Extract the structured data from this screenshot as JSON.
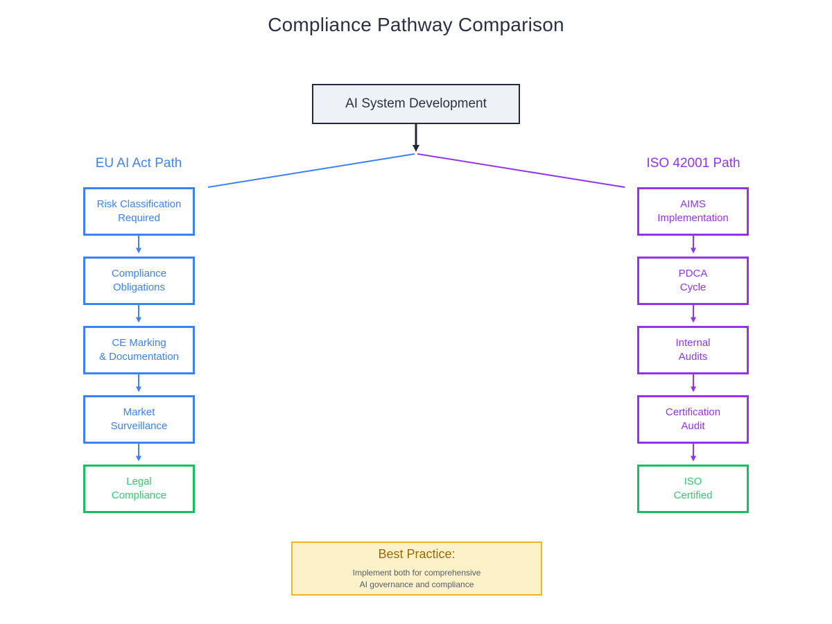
{
  "title": "Compliance Pathway Comparison",
  "root": {
    "label": "AI System Development"
  },
  "columns": [
    {
      "id": "eu-ai-act",
      "header": "EU AI Act Path",
      "color": "#3b82f6",
      "terminal_color": "#2ecc71",
      "steps": [
        {
          "line1": "Risk Classification",
          "line2": "Required"
        },
        {
          "line1": "Compliance",
          "line2": "Obligations"
        },
        {
          "line1": "CE Marking",
          "line2": "& Documentation"
        },
        {
          "line1": "Market",
          "line2": "Surveillance"
        },
        {
          "line1": "Legal",
          "line2": "Compliance"
        }
      ]
    },
    {
      "id": "iso-42001",
      "header": "ISO 42001 Path",
      "color": "#9333ea",
      "terminal_color": "#2ecc71",
      "steps": [
        {
          "line1": "AIMS",
          "line2": "Implementation"
        },
        {
          "line1": "PDCA",
          "line2": "Cycle"
        },
        {
          "line1": "Internal",
          "line2": "Audits"
        },
        {
          "line1": "Certification",
          "line2": "Audit"
        },
        {
          "line1": "ISO",
          "line2": "Certified"
        }
      ]
    }
  ],
  "note": {
    "title": "Best Practice:",
    "line1": "Implement both for comprehensive",
    "line2": "AI governance and compliance",
    "fill": "#fdf1c9",
    "border": "#f0b429",
    "title_color": "#9a6a07",
    "body_color": "#555c6b"
  },
  "palette": {
    "title_color": "#2b3044",
    "root_fill": "#eef2f7",
    "root_border": "#232840",
    "blue": "#3b82f6",
    "purple": "#9333ea",
    "green": "#16c05e",
    "background": "#ffffff"
  }
}
